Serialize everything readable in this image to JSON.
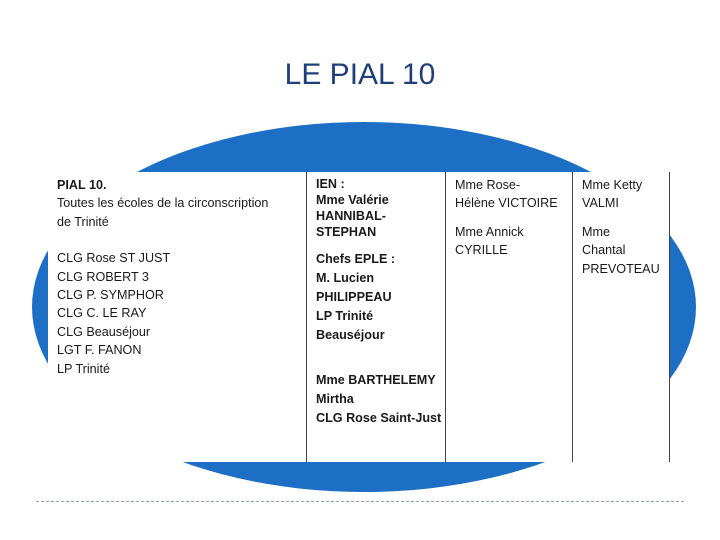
{
  "title": "LE PIAL 10",
  "col1": {
    "heading": "PIAL 10.",
    "intro": [
      "Toutes les écoles de la circonscription",
      "de Trinité"
    ],
    "schools": [
      "CLG Rose ST JUST",
      "CLG ROBERT 3",
      "CLG P. SYMPHOR",
      "CLG C. LE RAY",
      "CLG Beauséjour",
      "LGT F. FANON",
      "LP Trinité"
    ]
  },
  "col2": {
    "ien": [
      "IEN :",
      "Mme Valérie",
      "HANNIBAL-",
      "STEPHAN"
    ],
    "chefs": [
      "Chefs EPLE :",
      "M. Lucien",
      "PHILIPPEAU",
      "LP Trinité",
      "Beauséjour"
    ],
    "clg": [
      "Mme BARTHELEMY",
      "Mirtha",
      "CLG Rose Saint-Just"
    ]
  },
  "col3": {
    "a": [
      "Mme Rose-",
      "Hélène VICTOIRE"
    ],
    "b": [
      "Mme Annick",
      "CYRILLE"
    ]
  },
  "col4": {
    "a": [
      "Mme Ketty",
      "VALMI"
    ],
    "b": [
      "Mme",
      "Chantal",
      "PREVOTEAU"
    ]
  }
}
